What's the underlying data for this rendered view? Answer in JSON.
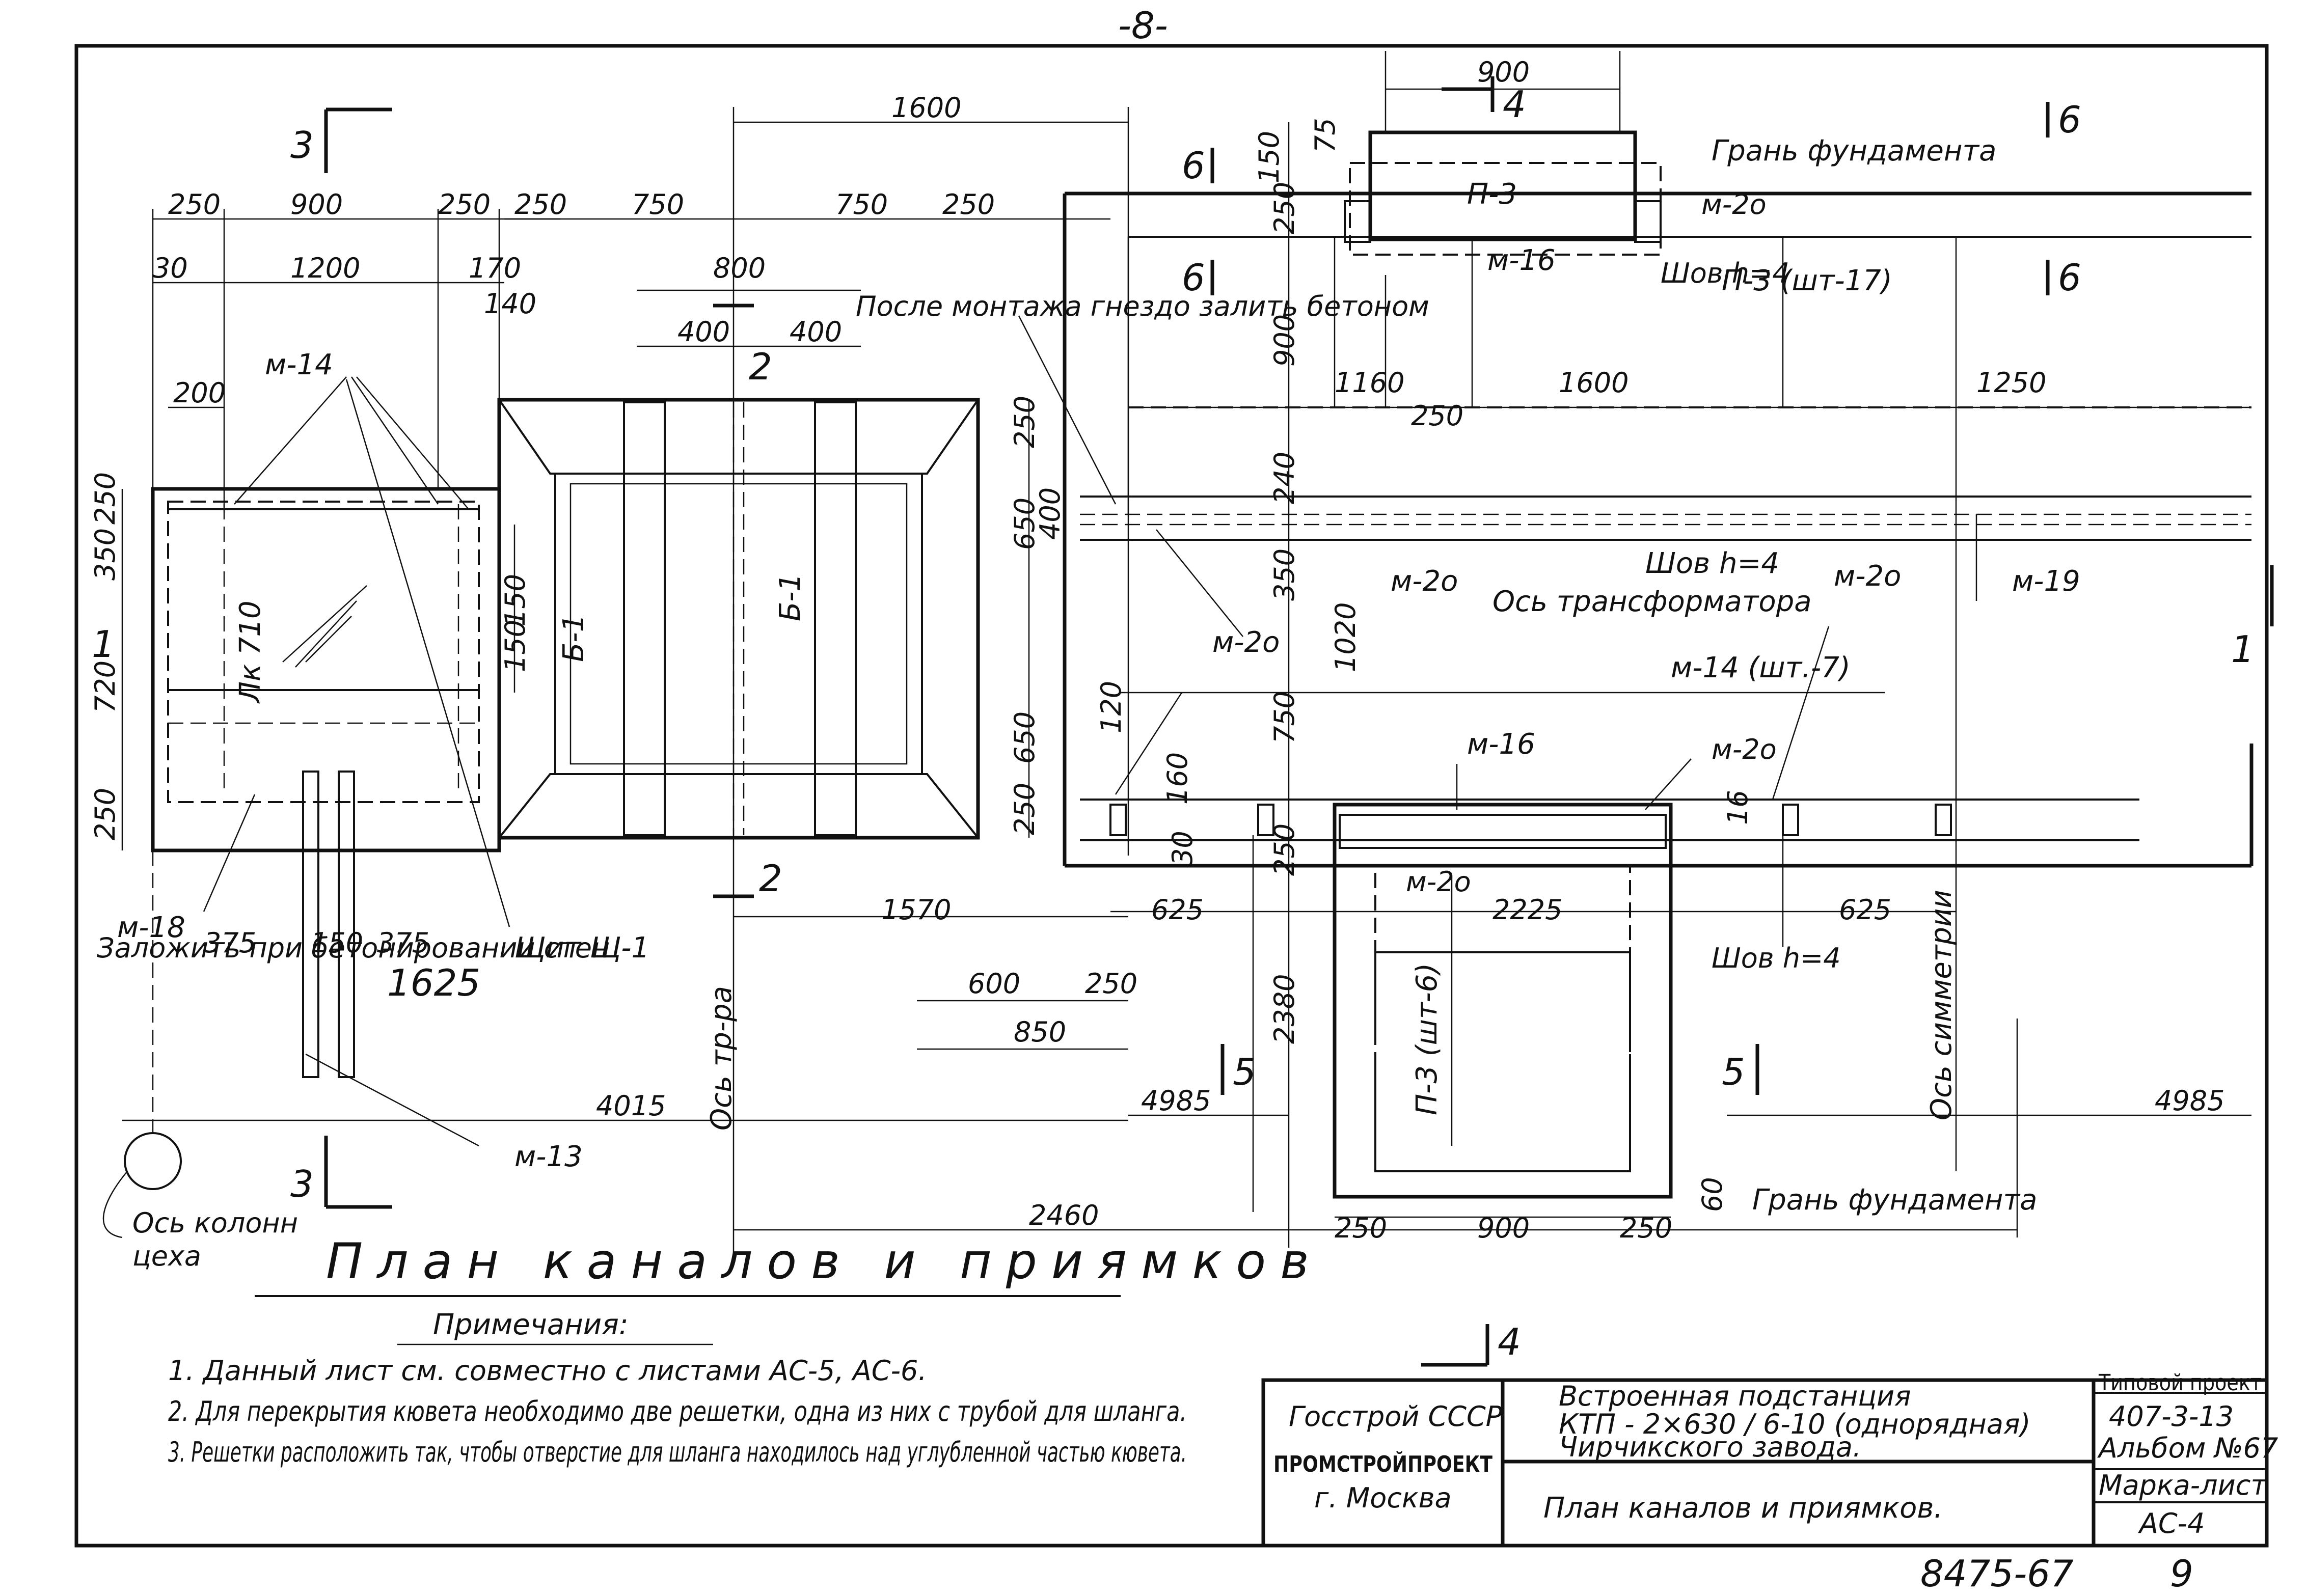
{
  "page": {
    "number": "-8-",
    "archive_number": "8475-67",
    "sheet_no": "9"
  },
  "drawing": {
    "title": "План каналов и приямков",
    "section_marks": [
      "3",
      "4",
      "6",
      "1",
      "2",
      "5"
    ],
    "labels": {
      "gran_fund_top": "Грань фундамента",
      "gran_fund_bottom": "Грань фундамента",
      "os_transformatora": "Ось трансформатора",
      "os_kolonn": "Ось колонн",
      "tsekha": "цеха",
      "os_tr_ra": "Ось тр-ра",
      "os_simmetrii": "Ось симметрии",
      "posle_montazha": "После монтажа гнездо залить бетоном",
      "zalozhit": "Заложить при бетонировании стен",
      "shchit": "Щит Щ-1",
      "m14": "м-14",
      "m14_7": "м-14 (шт.-7)",
      "m13": "м-13",
      "m16a": "м-16",
      "m16b": "м-16",
      "m18": "м-18",
      "m19": "м-19",
      "m20a": "м-2о",
      "m20b": "м-2о",
      "m20c": "м-2о",
      "m20d": "м-2о",
      "m20e": "м-2о",
      "m20f": "м-2о",
      "p3a": "П-3",
      "p3b": "П-3 (шт-17)",
      "p3c": "П-3 (шт-6)",
      "b1a": "Б-1",
      "b1b": "Б-1",
      "shov_a": "Шов h=4",
      "shov_b": "Шов h=4",
      "shov_c": "Шов h=4",
      "lk": "Лк 710"
    },
    "dimensions": {
      "d250a": "250",
      "d900a": "900",
      "d250b": "250",
      "d250c": "250",
      "d750a": "750",
      "d750b": "750",
      "d250d": "250",
      "d1600": "1600",
      "d30": "30",
      "d1200": "1200",
      "d170": "170",
      "d140": "140",
      "d800": "800",
      "d400a": "400",
      "d400b": "400",
      "d200": "200",
      "d900t": "900",
      "d75": "75",
      "d150": "150",
      "d250e": "250",
      "d900v": "900",
      "d1160": "1160",
      "d1600b": "1600",
      "d1250": "1250",
      "d250f": "250",
      "d240": "240",
      "d250g": "250",
      "d650a": "650",
      "d400c": "400",
      "d350a": "350",
      "d1020": "1020",
      "d750c": "750",
      "d160": "160",
      "d120": "120",
      "d250h": "250",
      "d650b": "650",
      "d250i": "250",
      "d720": "720",
      "d250j": "250",
      "d350b": "350",
      "d250k": "250",
      "d150b": "150",
      "d150c": "150",
      "d625a": "625",
      "d2225": "2225",
      "d625b": "625",
      "d1570": "1570",
      "d375a": "375",
      "d150d": "150",
      "d375b": "375",
      "d1625": "1625",
      "d600": "600",
      "d250l": "250",
      "d850": "850",
      "d2380": "2380",
      "d4015": "4015",
      "d4985a": "4985",
      "d4985b": "4985",
      "d2460": "2460",
      "d250m": "250",
      "d900b": "900",
      "d250n": "250",
      "d60": "60",
      "d30b": "30",
      "d1616": "16"
    }
  },
  "notes": {
    "heading": "Примечания:",
    "items": [
      "1. Данный лист см. совместно с листами АС-5, АС-6.",
      "2. Для перекрытия кювета необходимо две решетки, одна из них с трубой для шланга.",
      "3. Решетки расположить так, чтобы отверстие для шланга находилось над углубленной частью кювета."
    ]
  },
  "title_block": {
    "org": "Госстрой СССР",
    "institute": "ПРОМСТРОЙПРОЕКТ",
    "city": "г. Москва",
    "project_line1": "Встроенная подстанция",
    "project_line2": "КТП - 2×630 / 6-10 (однорядная)",
    "project_line3": "Чирчикского завода.",
    "sheet_title": "План каналов и приямков.",
    "typical_project_label": "Типовой проект",
    "typical_project_no": "407-3-13",
    "album": "Альбом №67",
    "mark_sheet_label": "Марка-лист",
    "mark_sheet": "АС-4"
  }
}
